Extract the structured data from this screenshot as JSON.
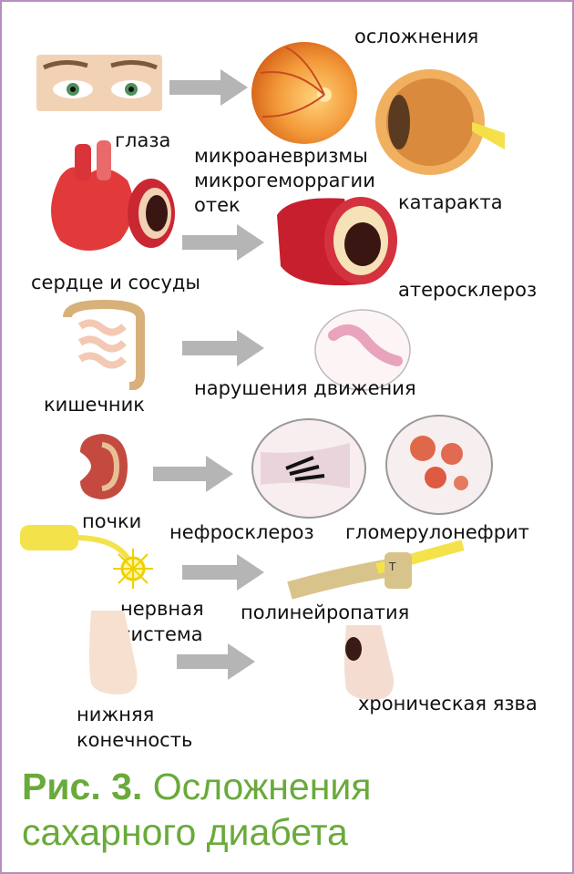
{
  "header": {
    "complications_heading": "осложнения"
  },
  "organs": [
    {
      "label": "глаза"
    },
    {
      "label": "сердце и сосуды"
    },
    {
      "label": "кишечник"
    },
    {
      "label": "почки"
    },
    {
      "label_line1": "нервная",
      "label_line2": "система"
    },
    {
      "label_line1": "нижняя",
      "label_line2": "конечность"
    }
  ],
  "complications": {
    "eye_line1": "микроаневризмы",
    "eye_line2": "микрогеморрагии",
    "eye_line3": "отек",
    "cataract": "катаракта",
    "atherosclerosis": "атеросклероз",
    "motility": "нарушения движения",
    "nephrosclerosis": "нефросклероз",
    "glomerulonephritis": "гломерулонефрит",
    "polyneuropathy": "полинейропатия",
    "ulcer": "хроническая язва"
  },
  "caption": {
    "number": "Рис. 3.",
    "title_line1": "Осложнения",
    "title_line2": "сахарного диабета"
  },
  "colors": {
    "frame": "#b48fc0",
    "caption": "#6aaa3a",
    "arrow": "#b5b5b5"
  }
}
